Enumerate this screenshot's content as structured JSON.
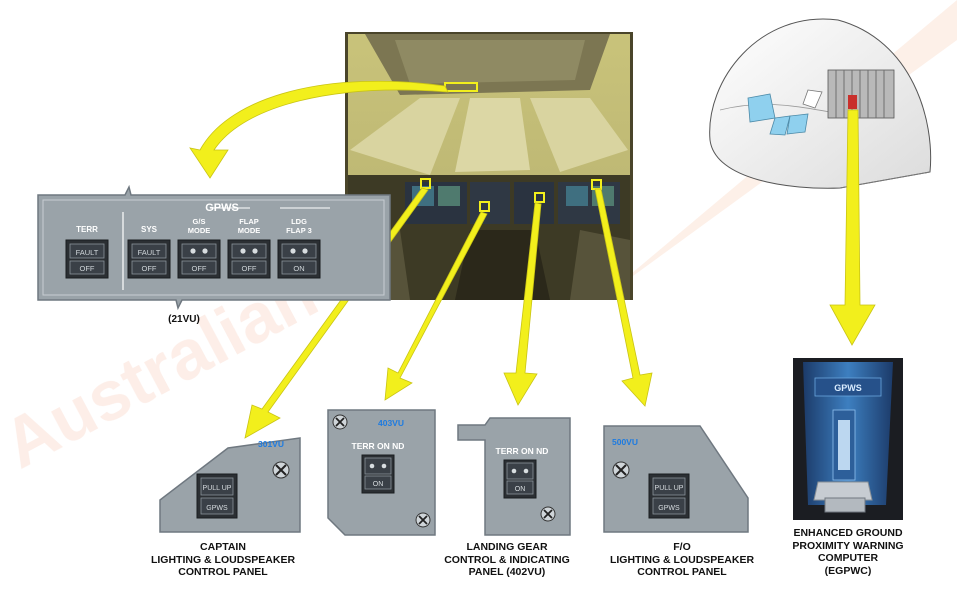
{
  "watermark": "Australian Frank",
  "gpws_panel": {
    "title": "GPWS",
    "panel_id": "(21VU)",
    "buttons": [
      {
        "heading": "TERR",
        "upper": "FAULT",
        "lower": "OFF"
      },
      {
        "heading": "SYS",
        "upper": "FAULT",
        "lower": "OFF"
      },
      {
        "heading": "G/S MODE",
        "upper": "",
        "lower": "OFF"
      },
      {
        "heading": "FLAP MODE",
        "upper": "",
        "lower": "OFF"
      },
      {
        "heading": "LDG FLAP 3",
        "upper": "",
        "lower": "ON"
      }
    ]
  },
  "captain_panel": {
    "id": "301VU",
    "button_upper": "PULL UP",
    "button_lower": "GPWS",
    "caption": [
      "CAPTAIN",
      "LIGHTING & LOUDSPEAKER",
      "CONTROL PANEL"
    ]
  },
  "panel_403": {
    "id": "403VU",
    "label": "TERR ON ND",
    "button_lower": "ON"
  },
  "landing_gear_panel": {
    "label": "TERR ON ND",
    "button_lower": "ON",
    "caption": [
      "LANDING GEAR",
      "CONTROL & INDICATING",
      "PANEL (402VU)"
    ]
  },
  "fo_panel": {
    "id": "500VU",
    "button_upper": "PULL UP",
    "button_lower": "GPWS",
    "caption": [
      "F/O",
      "LIGHTING & LOUDSPEAKER",
      "CONTROL PANEL"
    ]
  },
  "egpwc": {
    "device_label": "GPWS",
    "caption": [
      "ENHANCED GROUND",
      "PROXIMITY WARNING",
      "COMPUTER",
      "(EGPWC)"
    ]
  },
  "colors": {
    "panel_gray": "#9aa3a9",
    "panel_dark": "#6f7880",
    "arrow_yellow": "#f2ef1c",
    "id_blue": "#1e7be0"
  }
}
